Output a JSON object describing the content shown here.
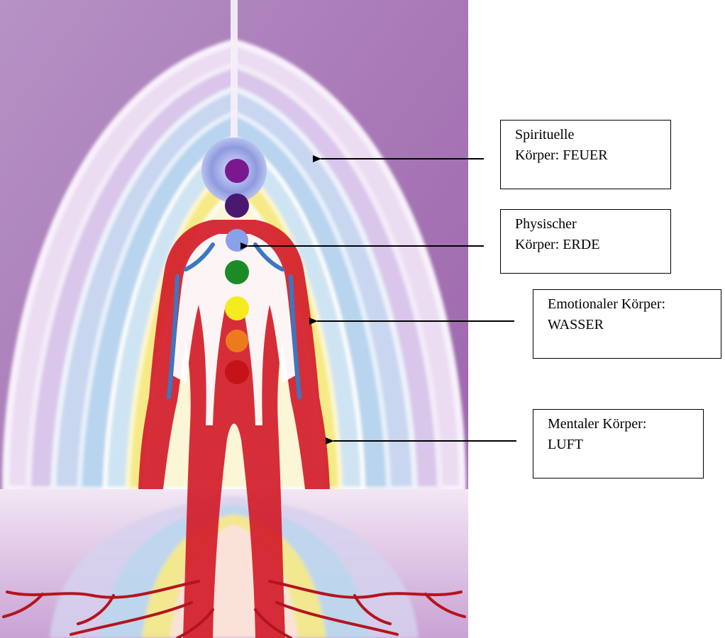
{
  "colors": {
    "background_violet": "#a878b6",
    "aura_blue": "#b8d4ee",
    "aura_yellow": "#f6ea86",
    "body_red": "#d21c2a",
    "chakra_crown": "#7a1890",
    "chakra_third_eye": "#4a1870",
    "chakra_throat": "#8aa0e8",
    "chakra_heart": "#1c8a26",
    "chakra_solar": "#f4ec1e",
    "chakra_sacral": "#ee7a1e",
    "chakra_root": "#c4141a"
  },
  "labels": [
    {
      "id": "spirit",
      "line1": "Spirituelle",
      "line2": "Körper: FEUER"
    },
    {
      "id": "physical",
      "line1": "Physischer",
      "line2": "Körper: ERDE"
    },
    {
      "id": "emotional",
      "line1": "Emotionaler Körper:",
      "line2": "WASSER"
    },
    {
      "id": "mental",
      "line1": "Mentaler Körper:",
      "line2": "LUFT"
    }
  ]
}
